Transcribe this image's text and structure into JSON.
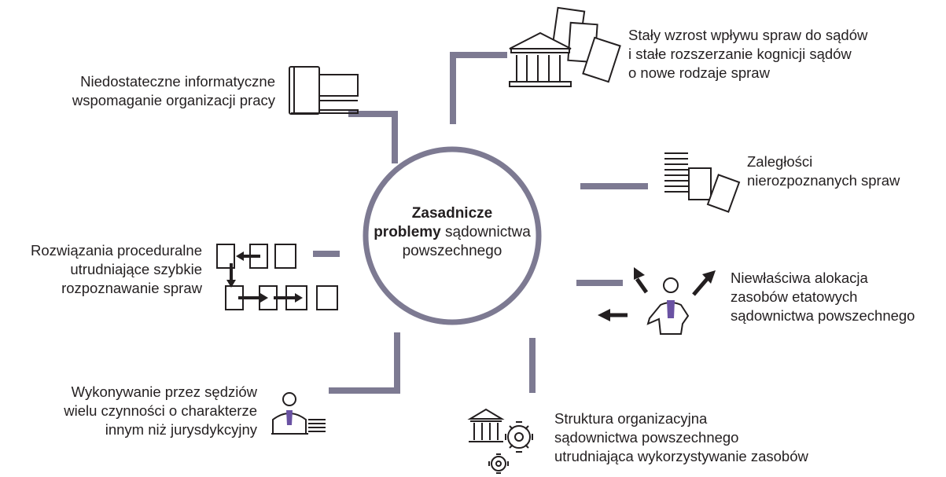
{
  "center": {
    "bold_line1": "Zasadnicze",
    "bold_line2": "problemy",
    "rest_line2": " sądownictwa",
    "line3": "powszechnego"
  },
  "problems": {
    "informatics": {
      "line1": "Niedostateczne informatyczne",
      "line2": "wspomaganie organizacji pracy"
    },
    "case_inflow": {
      "line1": "Stały wzrost wpływu spraw do sądów",
      "line2": "i stałe rozszerzanie kognicji sądów",
      "line3": "o nowe rodzaje spraw"
    },
    "backlog": {
      "line1": "Zaległości",
      "line2": "nierozpoznanych spraw"
    },
    "procedural": {
      "line1": "Rozwiązania proceduralne",
      "line2": "utrudniające szybkie",
      "line3": "rozpoznawanie spraw"
    },
    "staff_allocation": {
      "line1": "Niewłaściwa alokacja",
      "line2": "zasobów etatowych",
      "line3": "sądownictwa powszechnego"
    },
    "non_judicial_tasks": {
      "line1": "Wykonywanie przez sędziów",
      "line2": "wielu czynności o charakterze",
      "line3": "innym niż jurysdykcyjny"
    },
    "org_structure": {
      "line1": "Struktura organizacyjna",
      "line2": "sądownictwa powszechnego",
      "line3": "utrudniająca wykorzystywanie zasobów"
    }
  },
  "colors": {
    "connector": "#7d7a92",
    "text": "#231f20",
    "accent": "#6a52a3"
  }
}
